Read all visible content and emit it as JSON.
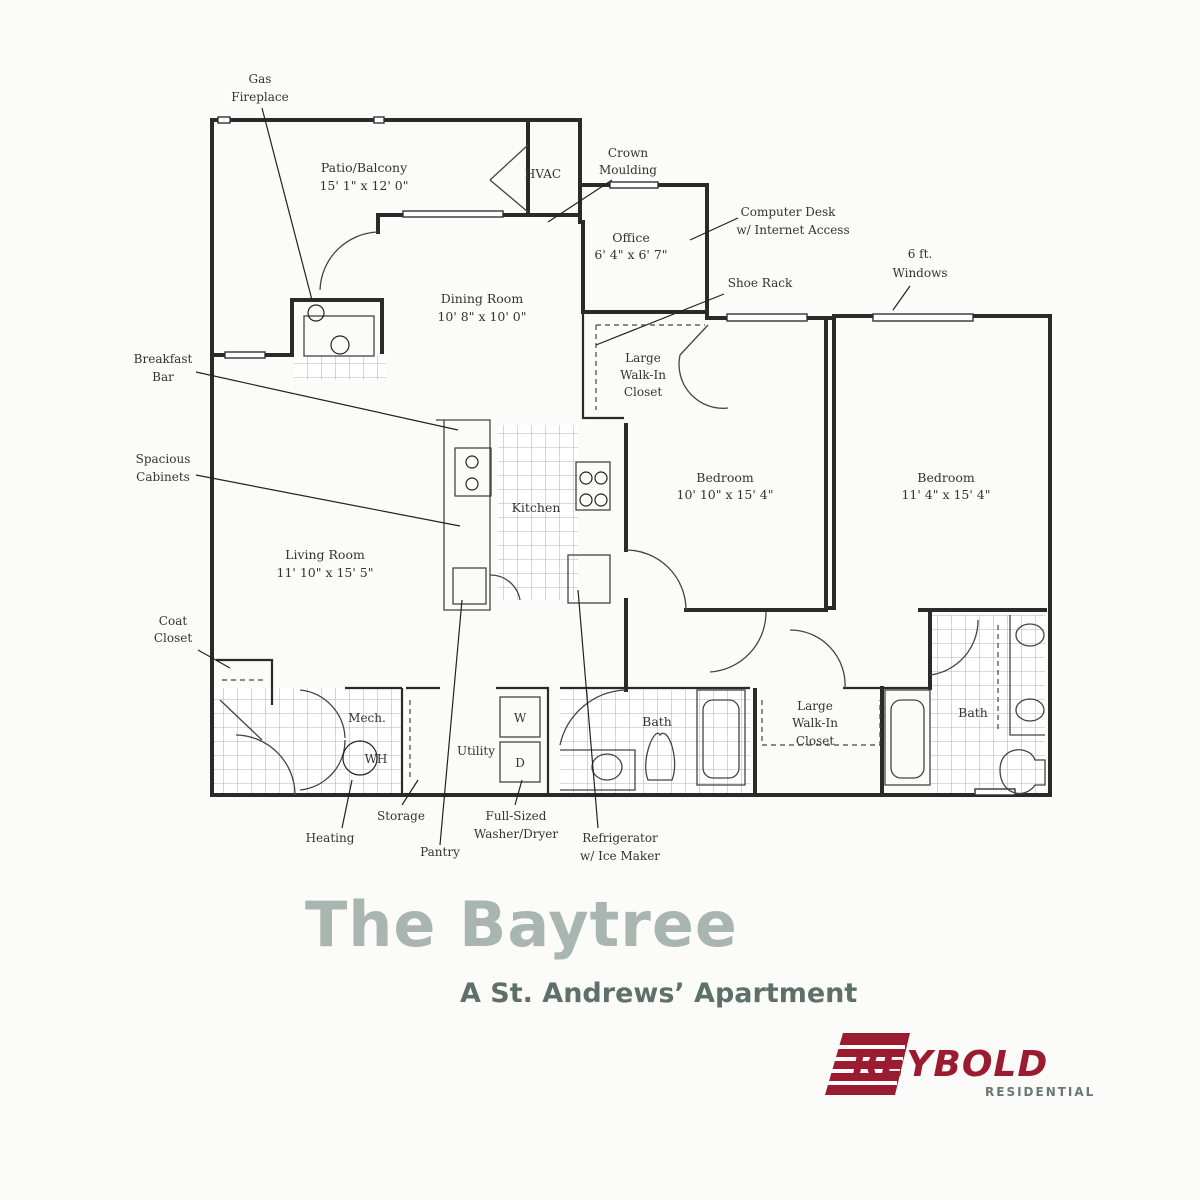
{
  "labels": {
    "gas_fireplace": [
      "Gas",
      "Fireplace"
    ],
    "patio": [
      "Patio/Balcony",
      "15' 1\" x 12' 0\""
    ],
    "hvac": "HVAC",
    "crown": [
      "Crown",
      "Moulding"
    ],
    "computer_desk": [
      "Computer Desk",
      "w/ Internet Access"
    ],
    "office": [
      "Office",
      "6' 4\" x 6' 7\""
    ],
    "six_ft_windows": [
      "6 ft.",
      "Windows"
    ],
    "dining": [
      "Dining Room",
      "10' 8\" x 10' 0\""
    ],
    "shoe_rack": "Shoe Rack",
    "breakfast_bar": [
      "Breakfast",
      "Bar"
    ],
    "large_closet_1": [
      "Large",
      "Walk-In",
      "Closet"
    ],
    "spacious_cabinets": [
      "Spacious",
      "Cabinets"
    ],
    "kitchen": "Kitchen",
    "bedroom_1": [
      "Bedroom",
      "10' 10\" x 15' 4\""
    ],
    "bedroom_2": [
      "Bedroom",
      "11' 4\" x 15' 4\""
    ],
    "living": [
      "Living Room",
      "11' 10\" x 15' 5\""
    ],
    "coat_closet": [
      "Coat",
      "Closet"
    ],
    "mech": "Mech.",
    "wh": "WH",
    "utility": "Utility",
    "washer": "W",
    "dryer": "D",
    "bath_1": "Bath",
    "large_closet_2": [
      "Large",
      "Walk-In",
      "Closet"
    ],
    "bath_2": "Bath",
    "heating": "Heating",
    "storage": "Storage",
    "pantry": "Pantry",
    "washer_dryer": [
      "Full-Sized",
      "Washer/Dryer"
    ],
    "refrigerator": [
      "Refrigerator",
      "w/ Ice Maker"
    ]
  },
  "title": "The Baytree",
  "subtitle": "A St. Andrews’ Apartment",
  "logo": {
    "word": "REYBOLD",
    "sub": "RESIDENTIAL",
    "color": "#9b1b30"
  }
}
